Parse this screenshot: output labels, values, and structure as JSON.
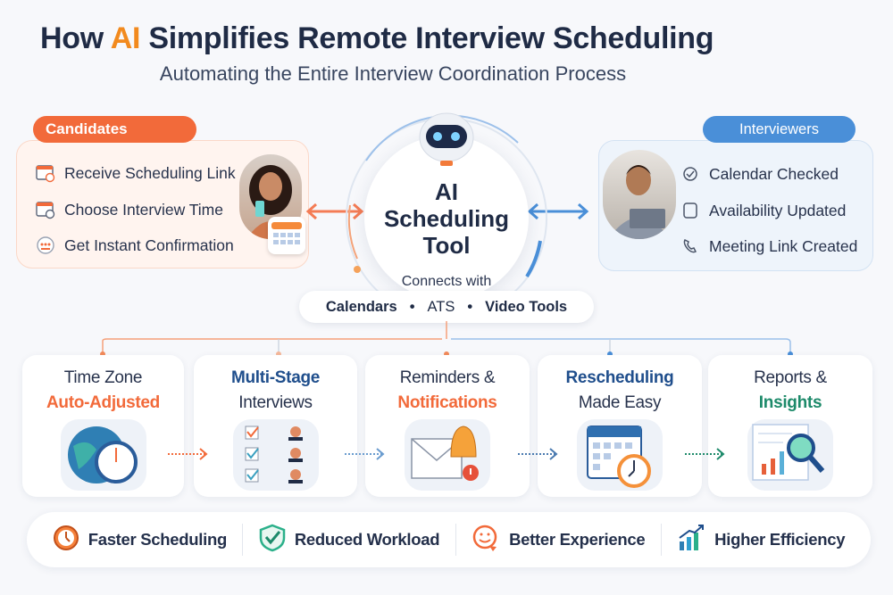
{
  "header": {
    "title_prefix": "How ",
    "title_highlight": "AI",
    "title_suffix": " Simplifies Remote Interview Scheduling",
    "subtitle": "Automating the Entire Interview Coordination Process"
  },
  "candidates": {
    "label": "Candidates",
    "items": [
      {
        "icon": "calendar-link-icon",
        "label": "Receive Scheduling Link"
      },
      {
        "icon": "calendar-clock-icon",
        "label": "Choose Interview Time"
      },
      {
        "icon": "chat-confirmation-icon",
        "label": "Get Instant Confirmation"
      }
    ]
  },
  "interviewers": {
    "label": "Interviewers",
    "items": [
      {
        "icon": "calendar-check-icon",
        "label": "Calendar Checked"
      },
      {
        "icon": "availability-icon",
        "label": "Availability Updated"
      },
      {
        "icon": "phone-link-icon",
        "label": "Meeting Link Created"
      }
    ]
  },
  "center": {
    "line1": "AI",
    "line2": "Scheduling",
    "line3": "Tool",
    "connects_label": "Connects with",
    "integrations": [
      "Calendars",
      "ATS",
      "Video Tools"
    ],
    "bullet": "•"
  },
  "features": [
    {
      "line1": "Time Zone",
      "line2": "Auto-Adjusted",
      "icon": "globe-clock-icon"
    },
    {
      "line1": "Multi-Stage",
      "line2": "Interviews",
      "icon": "checklist-people-icon"
    },
    {
      "line1": "Reminders &",
      "line2": "Notifications",
      "icon": "mail-bell-icon"
    },
    {
      "line1": "Rescheduling",
      "line2": "Made Easy",
      "icon": "calendar-clock-icon"
    },
    {
      "line1": "Reports &",
      "line2": "Insights",
      "icon": "report-magnifier-icon"
    }
  ],
  "benefits": [
    {
      "label": "Faster Scheduling",
      "icon": "stopwatch-icon"
    },
    {
      "label": "Reduced Workload",
      "icon": "shield-check-icon"
    },
    {
      "label": "Better Experience",
      "icon": "smiley-chat-icon"
    },
    {
      "label": "Higher Efficiency",
      "icon": "bar-growth-icon"
    }
  ],
  "colors": {
    "orange": "#f26a3a",
    "blue": "#4a8fd8",
    "navy": "#1f4e8c",
    "green": "#1d8a6a",
    "dark": "#1f2b45"
  }
}
